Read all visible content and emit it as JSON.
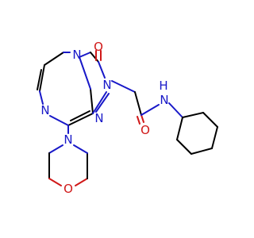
{
  "colors": {
    "carbon_bond": "#000000",
    "nitrogen": "#1818c8",
    "oxygen": "#d01818",
    "background": "#ffffff"
  },
  "atoms": {
    "n_pyrazine": "N",
    "n_bridgehead": "N",
    "n_triazole_2": "N",
    "n_triazole_1": "N",
    "o_carbonyl_ring": "O",
    "n_morpholine": "N",
    "o_morpholine": "O",
    "o_amide": "O",
    "n_amide": "N",
    "h_amide": "H"
  }
}
